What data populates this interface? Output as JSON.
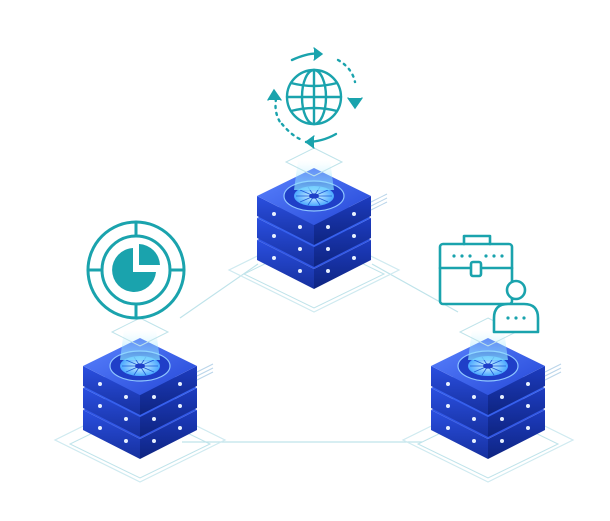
{
  "diagram": {
    "nodes": [
      {
        "id": "top-server",
        "icon": "globe-sync-icon"
      },
      {
        "id": "left-server",
        "icon": "pie-chart-target-icon"
      },
      {
        "id": "right-server",
        "icon": "briefcase-user-icon"
      }
    ],
    "edges": [
      {
        "from": "top-server",
        "to": "left-server"
      },
      {
        "from": "top-server",
        "to": "right-server"
      },
      {
        "from": "left-server",
        "to": "right-server"
      }
    ]
  },
  "colors": {
    "accent": "#1aa3ad",
    "connector": "#bfe3ea",
    "server_top": "#3f66f0",
    "server_side": "#1f3fc8",
    "server_dark": "#0f2a9a",
    "beam": "#8fe7ff"
  }
}
